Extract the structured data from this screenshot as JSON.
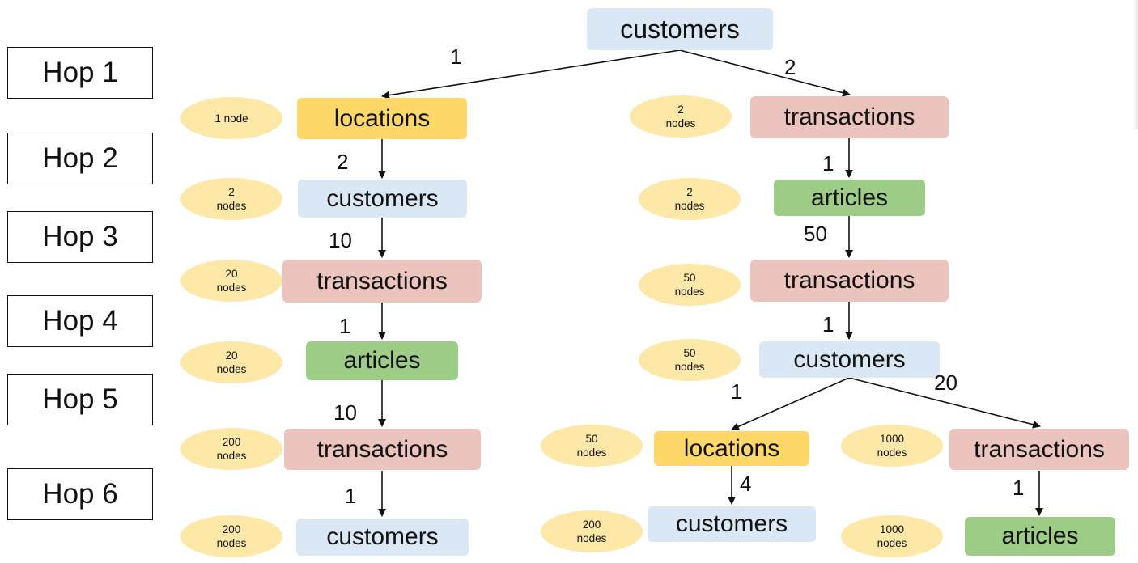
{
  "colors": {
    "customers": "#dae8f6",
    "locations": "#fdd868",
    "transactions": "#ebc5bd",
    "articles": "#9ccc86",
    "count": "#fde8a8"
  },
  "hops": [
    "Hop 1",
    "Hop 2",
    "Hop 3",
    "Hop 4",
    "Hop 5",
    "Hop 6"
  ],
  "root": {
    "label": "customers"
  },
  "left": {
    "nodes": [
      {
        "label": "locations",
        "count": "1 node",
        "edge": "1"
      },
      {
        "label": "customers",
        "count": "2\nnodes",
        "edge": "2"
      },
      {
        "label": "transactions",
        "count": "20\nnodes",
        "edge": "10"
      },
      {
        "label": "articles",
        "count": "20\nnodes",
        "edge": "1"
      },
      {
        "label": "transactions",
        "count": "200\nnodes",
        "edge": "10"
      },
      {
        "label": "customers",
        "count": "200\nnodes",
        "edge": "1"
      }
    ]
  },
  "right": {
    "nodes": [
      {
        "label": "transactions",
        "count": "2\nnodes",
        "edge": "2"
      },
      {
        "label": "articles",
        "count": "2\nnodes",
        "edge": "1"
      },
      {
        "label": "transactions",
        "count": "50\nnodes",
        "edge": "50"
      },
      {
        "label": "customers",
        "count": "50\nnodes",
        "edge": "1"
      }
    ],
    "branch_a": [
      {
        "label": "locations",
        "count": "50\nnodes",
        "edge": "1"
      },
      {
        "label": "customers",
        "count": "200\nnodes",
        "edge": "4"
      }
    ],
    "branch_b": [
      {
        "label": "transactions",
        "count": "1000\nnodes",
        "edge": "20"
      },
      {
        "label": "articles",
        "count": "1000\nnodes",
        "edge": "1"
      }
    ]
  }
}
